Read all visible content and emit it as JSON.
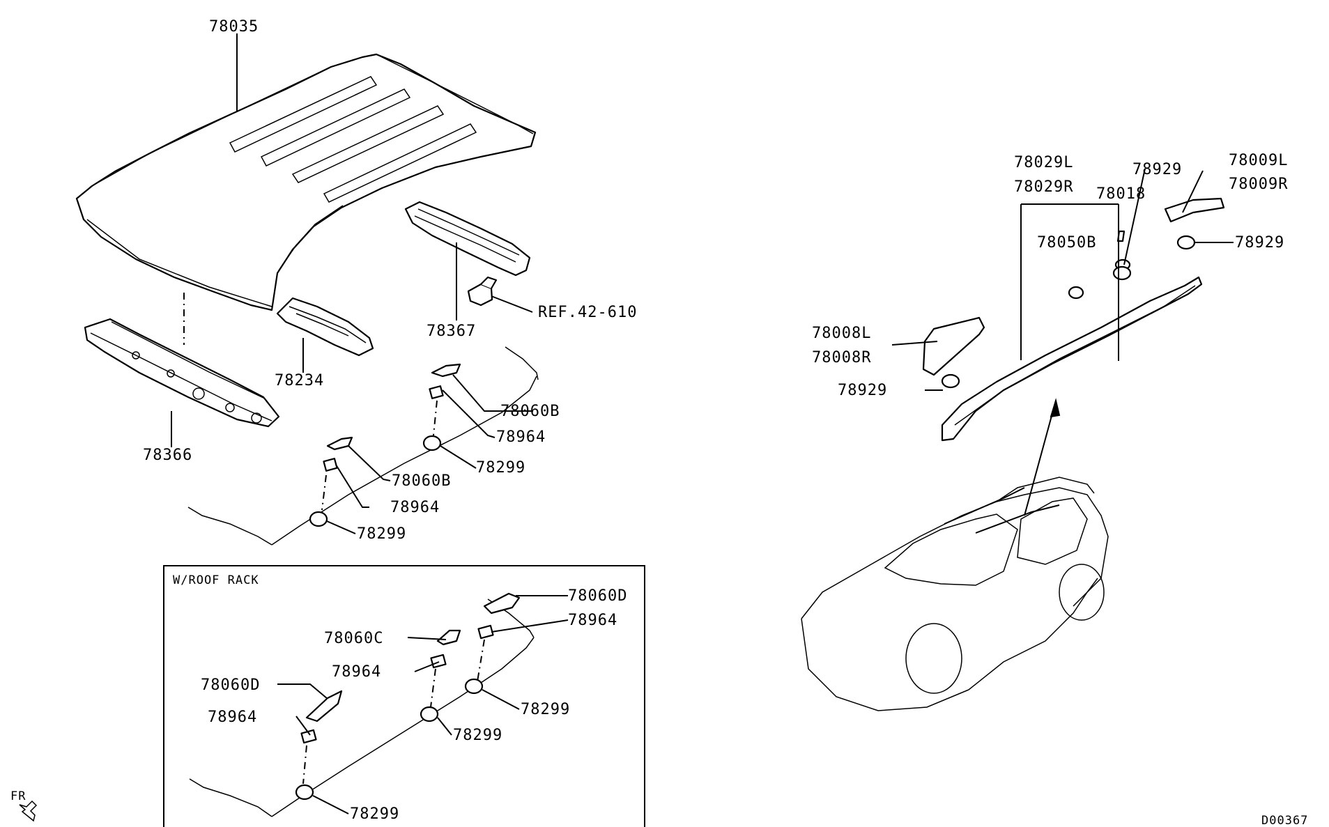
{
  "diagram_code": "D00367",
  "front_indicator": "FR",
  "box_title": "W/ROOF RACK",
  "callouts": {
    "roof_panel": "78035",
    "front_header": "78366",
    "roof_bow_front": "78234",
    "roof_bow_rear": "78367",
    "ref": "REF.42-610",
    "clip_b_upper": "78060B",
    "seal_upper": "78964",
    "grommet_upper": "78299",
    "clip_b_lower": "78060B",
    "seal_lower": "78964",
    "grommet_lower": "78299",
    "rack_clip_d_right": "78060D",
    "rack_seal_right": "78964",
    "rack_clip_c": "78060C",
    "rack_seal_mid": "78964",
    "rack_grommet_right": "78299",
    "rack_grommet_mid": "78299",
    "rack_clip_d_left": "78060D",
    "rack_seal_left": "78964",
    "rack_grommet_left": "78299",
    "rail_l": "78029L",
    "rail_r": "78029R",
    "bolt_top": "78929",
    "cap": "78018",
    "cover_rear_l": "78009L",
    "cover_rear_r": "78009R",
    "bolt_right": "78929",
    "fastener": "78050B",
    "cover_front_l": "78008L",
    "cover_front_r": "78008R",
    "bolt_left": "78929"
  }
}
